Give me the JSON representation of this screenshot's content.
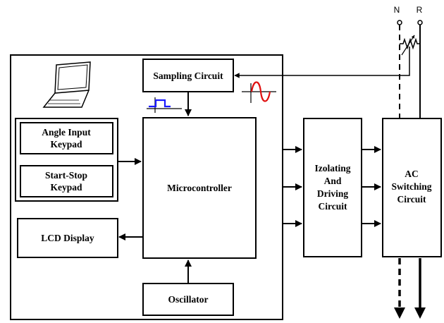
{
  "blocks": {
    "sampling": "Sampling Circuit",
    "angle_line1": "Angle Input",
    "angle_line2": "Keypad",
    "startstop_line1": "Start-Stop",
    "startstop_line2": "Keypad",
    "microcontroller": "Microcontroller",
    "lcd": "LCD Display",
    "oscillator": "Oscillator",
    "izolating_line1": "Izolating",
    "izolating_line2": "And",
    "izolating_line3": "Driving",
    "izolating_line4": "Circuit",
    "ac_line1": "AC",
    "ac_line2": "Switching",
    "ac_line3": "Circuit"
  },
  "terminals": {
    "n": "N",
    "r": "R"
  },
  "icons": {
    "computer": "laptop-icon",
    "pulse": "square-pulse-icon",
    "sine": "sine-wave-icon",
    "resistor": "variable-resistor-icon"
  },
  "colors": {
    "pulse": "#1a1aff",
    "sine": "#e01010",
    "line": "#000000"
  }
}
